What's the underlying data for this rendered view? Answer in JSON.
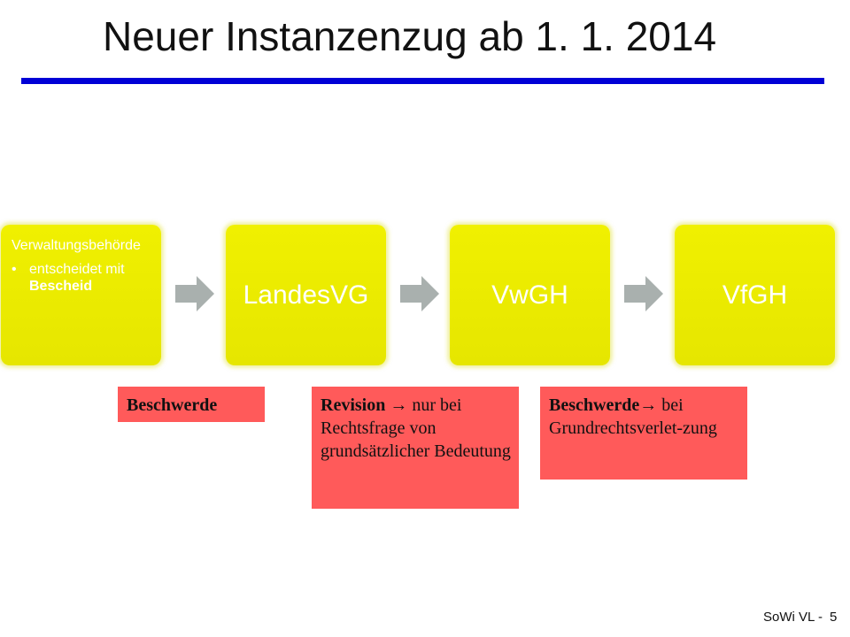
{
  "title": "Neuer Instanzenzug ab 1. 1. 2014",
  "colors": {
    "title_rule": "#0000d6",
    "box_fill": "#eeee00",
    "box_text": "#ffffff",
    "arrow": "#a9b0ae",
    "note_fill": "#ff5a5a"
  },
  "steps": [
    {
      "heading": "Verwaltungsbehörde",
      "bullet": "entscheidet mit",
      "bullet_bold": "Bescheid"
    },
    {
      "label": "LandesVG"
    },
    {
      "label": "VwGH"
    },
    {
      "label": "VfGH"
    }
  ],
  "arrow_icon": "right-chevron-arrow",
  "notes": [
    {
      "bold": "Beschwerde",
      "arrow": "",
      "text": ""
    },
    {
      "bold": "Revision",
      "arrow": " → ",
      "text": "nur bei Rechtsfrage von grundsätzlicher Bedeutung"
    },
    {
      "bold": "Beschwerde",
      "arrow": "→ ",
      "text": "bei Grundrechtsverlet-zung"
    }
  ],
  "footer": {
    "label": "SoWi VL -",
    "page": "5"
  }
}
